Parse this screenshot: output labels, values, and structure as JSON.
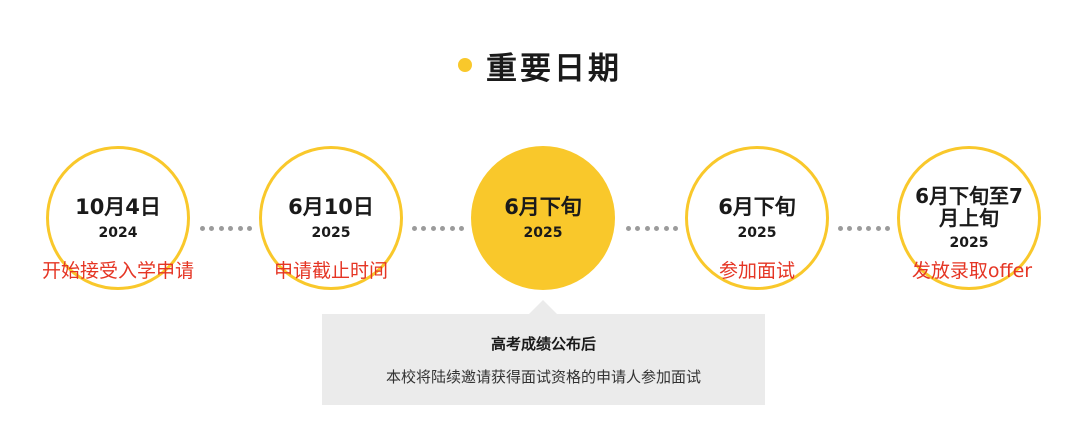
{
  "header": {
    "title": "重要日期"
  },
  "colors": {
    "accent": "#f9c82b",
    "label_red": "#e53524",
    "connector_gray": "#9b9b9b",
    "box_bg": "#ebebeb"
  },
  "timeline": [
    {
      "date": "10月4日",
      "year": "2024",
      "label": "开始接受入学申请",
      "active": false
    },
    {
      "date": "6月10日",
      "year": "2025",
      "label": "申请截止时间",
      "active": false
    },
    {
      "date": "6月下旬",
      "year": "2025",
      "label": "",
      "active": true
    },
    {
      "date": "6月下旬",
      "year": "2025",
      "label": "参加面试",
      "active": false
    },
    {
      "date": "6月下旬至7月上旬",
      "year": "2025",
      "label": "发放录取offer",
      "active": false
    }
  ],
  "info_box": {
    "title": "高考成绩公布后",
    "description": "本校将陆续邀请获得面试资格的申请人参加面试"
  }
}
